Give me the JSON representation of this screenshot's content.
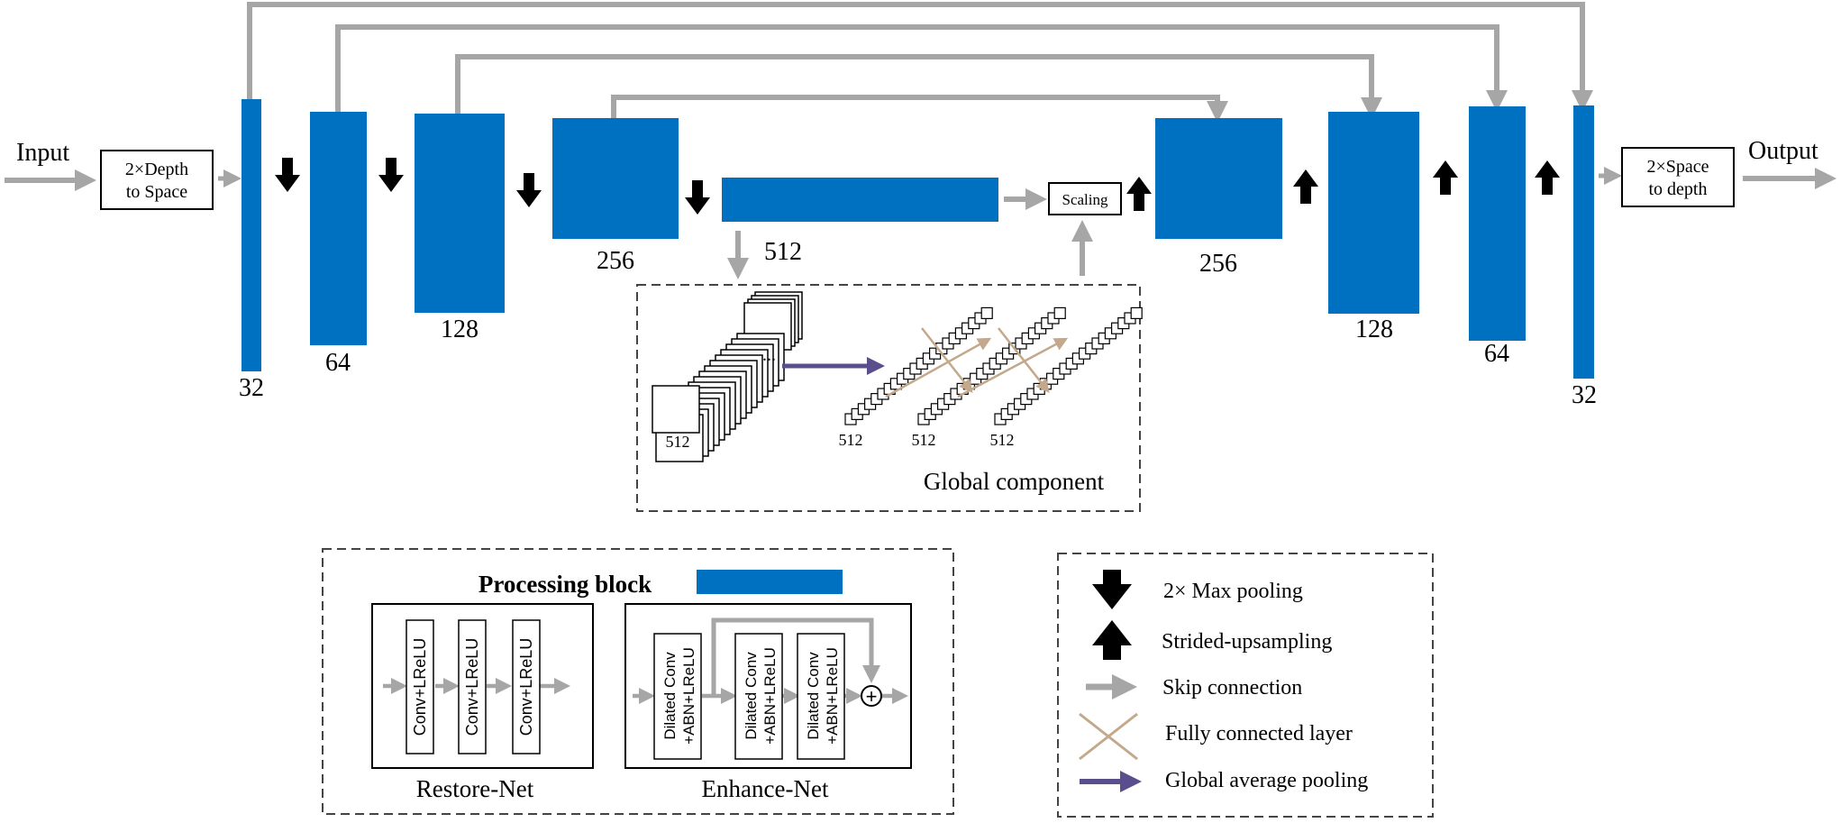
{
  "colors": {
    "block": "#0070C0",
    "arrow_gray": "#A6A6A6",
    "fc_line": "#C4A88C",
    "gap_arrow": "#5B4E8C",
    "black": "#000000",
    "dash": "#444444"
  },
  "io": {
    "input_label": "Input",
    "output_label": "Output",
    "depth_to_space": [
      "2×Depth",
      "to Space"
    ],
    "space_to_depth": [
      "2×Space",
      "to depth"
    ],
    "scaling_label": "Scaling"
  },
  "encoder": [
    {
      "label": "32"
    },
    {
      "label": "64"
    },
    {
      "label": "128"
    },
    {
      "label": "256"
    }
  ],
  "bottleneck": {
    "label": "512"
  },
  "decoder": [
    {
      "label": "256"
    },
    {
      "label": "128"
    },
    {
      "label": "64"
    },
    {
      "label": "32"
    }
  ],
  "global_component": {
    "title": "Global component",
    "stack_label": "512",
    "fc_labels": [
      "512",
      "512",
      "512"
    ],
    "ellipsis": "..."
  },
  "processing": {
    "title": "Processing block",
    "restore_net": {
      "label": "Restore-Net",
      "layers": [
        "Conv+LReLU",
        "Conv+LReLU",
        "Conv+LReLU"
      ]
    },
    "enhance_net": {
      "label": "Enhance-Net",
      "layers": [
        [
          "Dilated Conv",
          "+ABN+LReLU"
        ],
        [
          "Dilated Conv",
          "+ABN+LReLU"
        ],
        [
          "Dilated Conv",
          "+ABN+LReLU"
        ]
      ],
      "sum_symbol": "+"
    }
  },
  "legend": [
    {
      "icon": "down-arrow-icon",
      "label": "2× Max pooling"
    },
    {
      "icon": "up-arrow-icon",
      "label": "Strided-upsampling"
    },
    {
      "icon": "gray-arrow-icon",
      "label": "Skip connection"
    },
    {
      "icon": "cross-icon",
      "label": "Fully connected layer"
    },
    {
      "icon": "purple-arrow-icon",
      "label": "Global average pooling"
    }
  ]
}
